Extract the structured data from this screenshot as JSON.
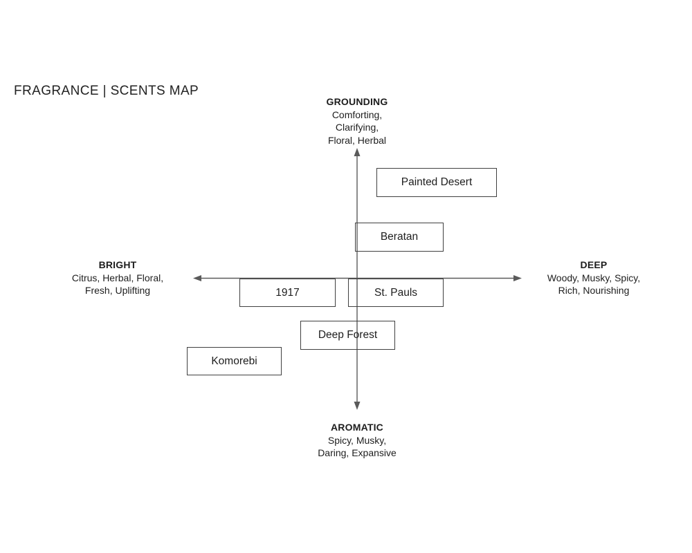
{
  "title": "FRAGRANCE | SCENTS MAP",
  "colors": {
    "background": "#ffffff",
    "text": "#1d1d1d",
    "axis_line": "#5a5a5a",
    "box_border": "#3f3f3f"
  },
  "axes": {
    "top": {
      "label": "GROUNDING",
      "lines": [
        "Comforting,",
        "Clarifying,",
        "Floral, Herbal"
      ]
    },
    "left": {
      "label": "BRIGHT",
      "lines": [
        "Citrus, Herbal, Floral,",
        "Fresh, Uplifting"
      ]
    },
    "right": {
      "label": "DEEP",
      "lines": [
        "Woody, Musky, Spicy,",
        "Rich, Nourishing"
      ]
    },
    "bottom": {
      "label": "AROMATIC",
      "lines": [
        "Spicy, Musky,",
        "Daring, Expansive"
      ]
    }
  },
  "products": [
    {
      "name": "Painted Desert",
      "quadrant": "grounding-deep"
    },
    {
      "name": "Beratan",
      "quadrant": "grounding-deep"
    },
    {
      "name": "1917",
      "quadrant": "bright-aromatic"
    },
    {
      "name": "St. Pauls",
      "quadrant": "deep-aromatic"
    },
    {
      "name": "Deep Forest",
      "quadrant": "bright-aromatic"
    },
    {
      "name": "Komorebi",
      "quadrant": "bright-aromatic"
    }
  ]
}
